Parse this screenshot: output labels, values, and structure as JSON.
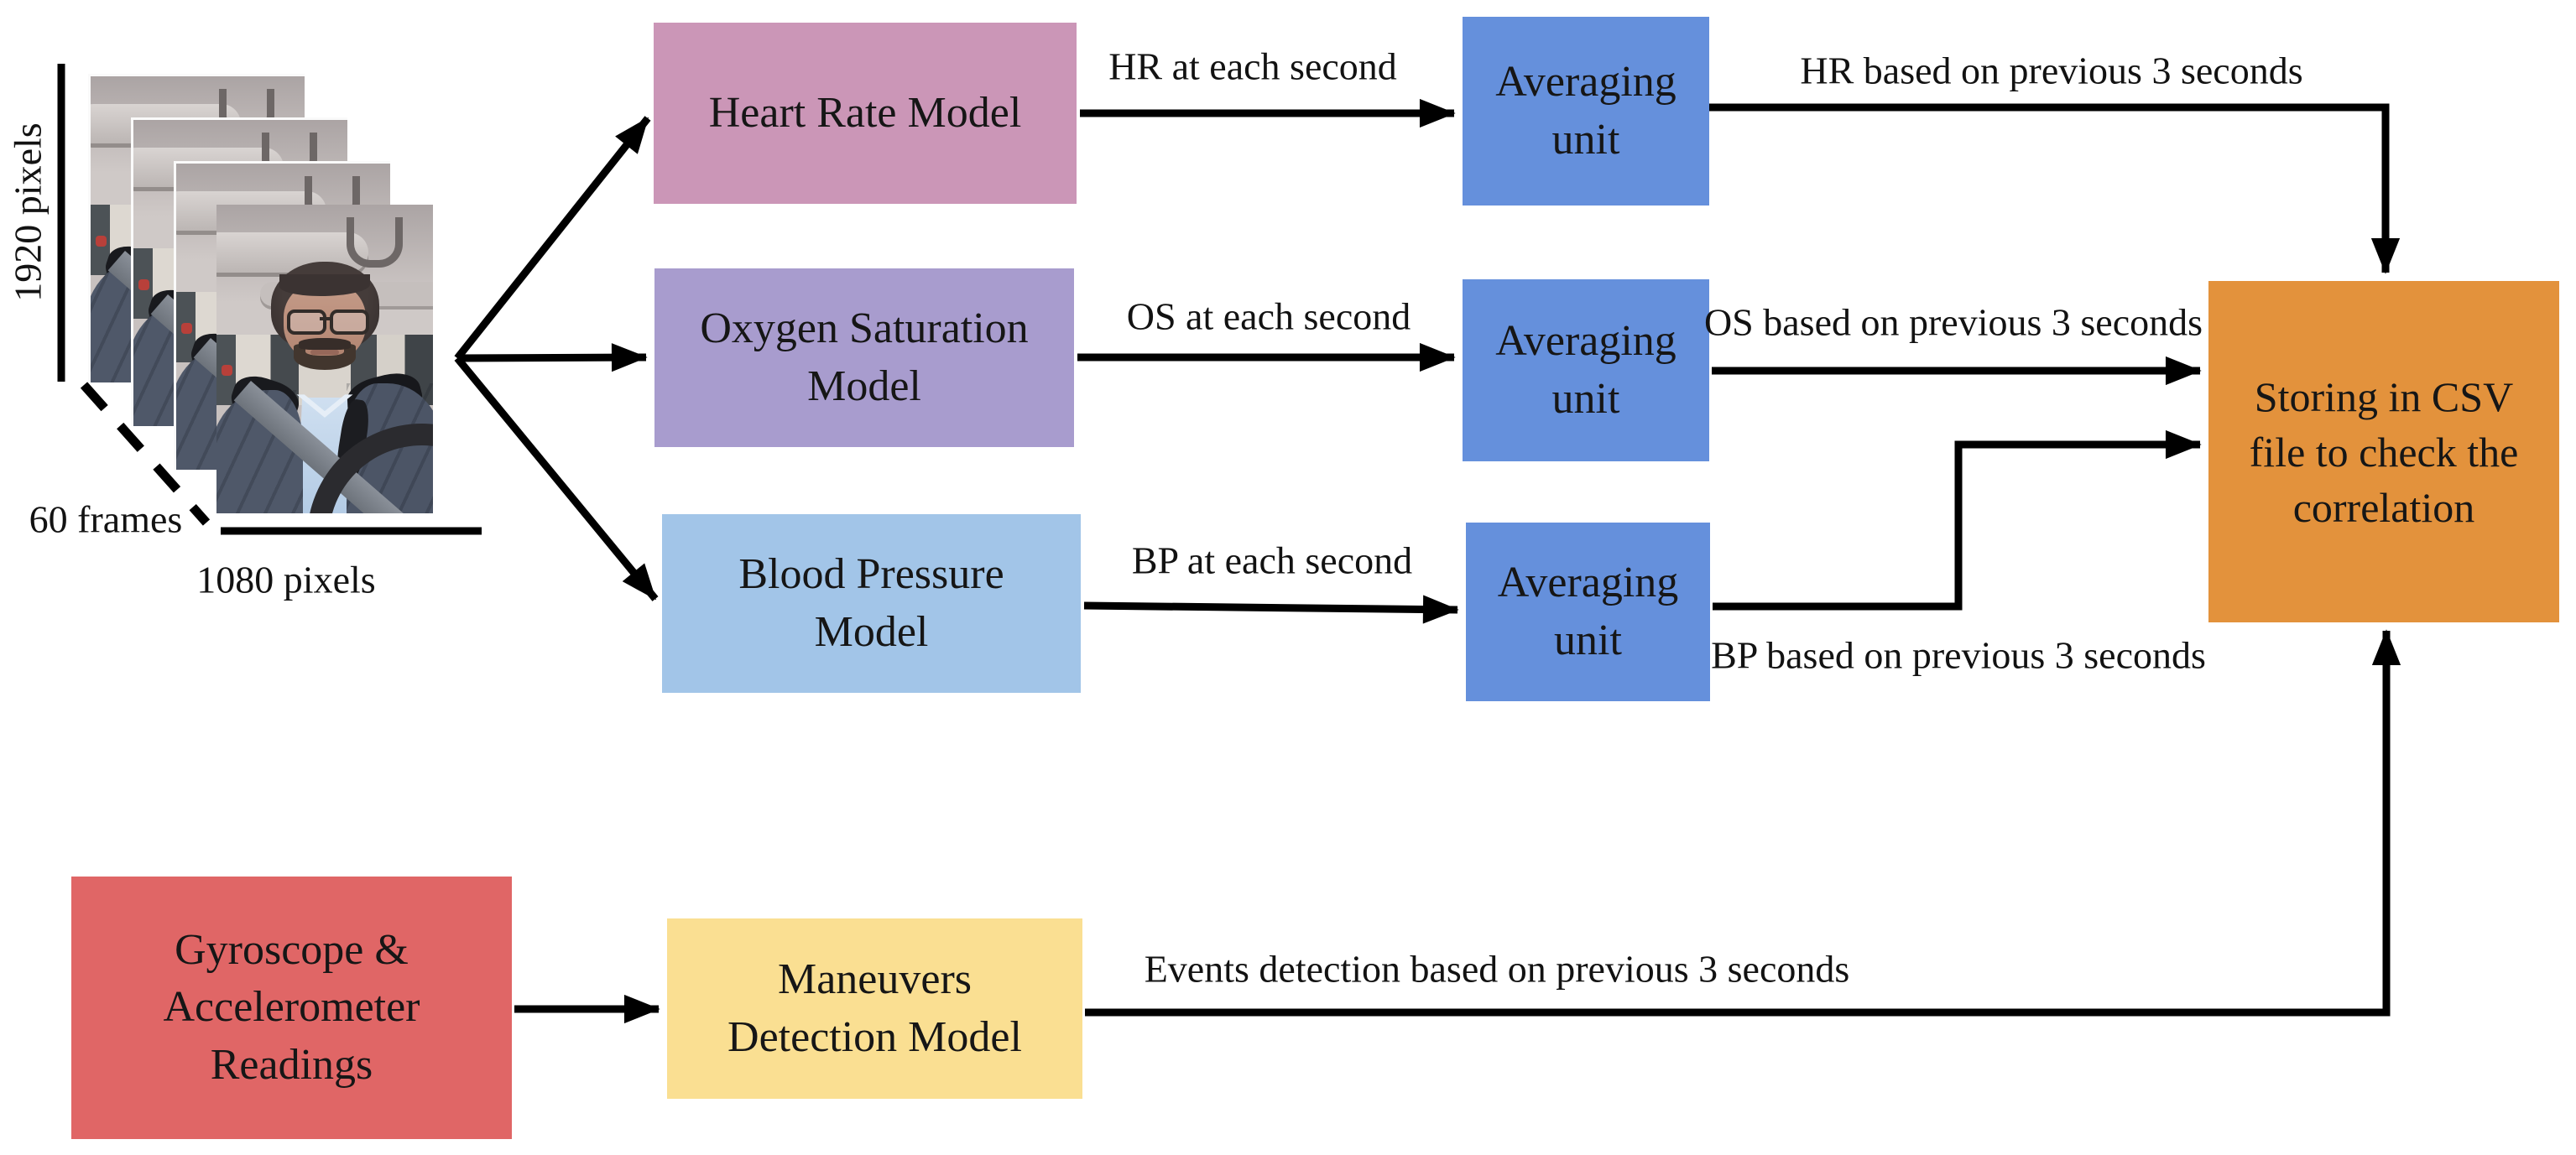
{
  "diagram": {
    "input_stack": {
      "height_label": "1920 pixels",
      "width_label": "1080 pixels",
      "depth_label": "60 frames"
    },
    "nodes": {
      "heart_rate_model": {
        "label": "Heart Rate Model",
        "color": "#CB96B7"
      },
      "oxygen_saturation_model": {
        "label": "Oxygen Saturation\nModel",
        "color": "#A89CCE"
      },
      "blood_pressure_model": {
        "label": "Blood Pressure\nModel",
        "color": "#A2C5E8"
      },
      "averaging_unit": {
        "label": "Averaging\nunit",
        "color": "#6590DC"
      },
      "storing_csv": {
        "label": "Storing in CSV\nfile to check the\ncorrelation",
        "color": "#E3923C"
      },
      "gyro_accel": {
        "label": "Gyroscope &\nAccelerometer\nReadings",
        "color": "#E06666"
      },
      "maneuvers_model": {
        "label": "Maneuvers\nDetection Model",
        "color": "#FADF92"
      }
    },
    "edges": {
      "hr_each_second": "HR at each second",
      "os_each_second": "OS at each second",
      "bp_each_second": "BP at each second",
      "hr_prev_3s": "HR based on previous 3 seconds",
      "os_prev_3s": "OS based on previous 3 seconds",
      "bp_prev_3s": "BP based on previous 3 seconds",
      "events_prev_3s": "Events detection based on previous 3 seconds"
    },
    "arrow_color": "#000000"
  }
}
